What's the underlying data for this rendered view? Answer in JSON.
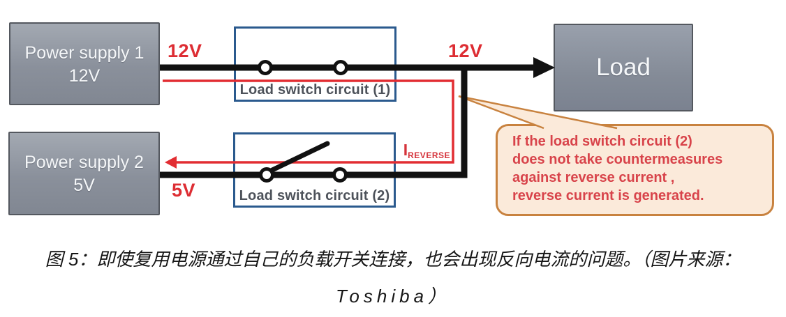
{
  "diagram": {
    "power_supply_1": {
      "title": "Power supply 1",
      "voltage": "12V"
    },
    "power_supply_2": {
      "title": "Power supply 2",
      "voltage": "5V"
    },
    "load": {
      "label": "Load"
    },
    "switch1": {
      "label": "Load switch circuit (1)"
    },
    "switch2": {
      "label": "Load switch circuit (2)"
    },
    "labels": {
      "supply1_output_voltage": "12V",
      "bus_voltage": "12V",
      "supply2_output_voltage": "5V",
      "reverse_current_symbol": "I",
      "reverse_current_subscript": "REVERSE"
    },
    "callout": {
      "lines": [
        "If the load switch circuit (2)",
        "does not take countermeasures",
        "against reverse current ,",
        "reverse current is generated."
      ]
    },
    "colors": {
      "wire_black": "#111111",
      "wire_red": "#e22d32",
      "switch_box_border": "#2b5a8e",
      "device_box_fill": "#8a909b",
      "device_box_border": "#54585f",
      "callout_background": "#fbeada",
      "callout_border": "#c8823f",
      "callout_text": "#d8434a",
      "switch_label_text": "#4d525a"
    }
  },
  "caption": {
    "line1": "图 5：即使复用电源通过自己的负载开关连接，也会出现反向电流的问题。（图片来源：",
    "line2": "Toshiba）"
  }
}
